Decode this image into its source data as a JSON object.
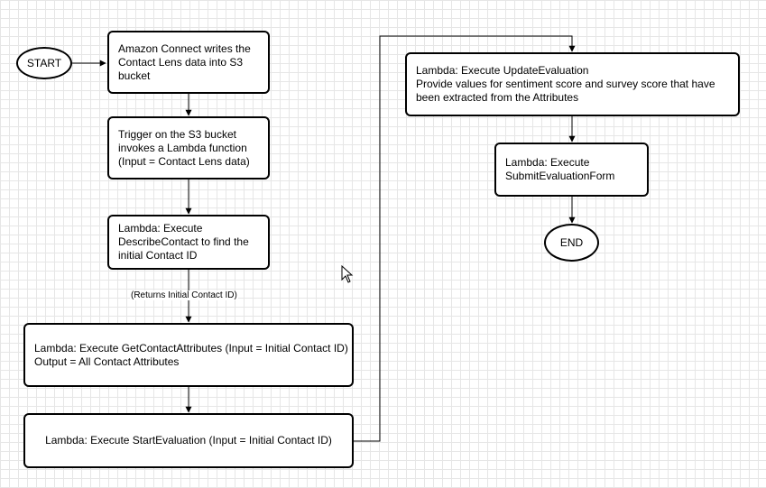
{
  "diagram": {
    "start_label": "START",
    "end_label": "END",
    "nodes": {
      "connect_writes": [
        "Amazon Connect writes the",
        "Contact Lens data into S3",
        "bucket"
      ],
      "s3_trigger": [
        "Trigger on the S3 bucket",
        "invokes a Lambda function",
        "(Input = Contact Lens data)"
      ],
      "describe_contact": [
        "Lambda: Execute",
        "DescribeContact to find the",
        "initial Contact ID"
      ],
      "get_attributes": [
        "Lambda: Execute GetContactAttributes (Input = Initial Contact ID)",
        "Output = All Contact Attributes"
      ],
      "start_evaluation": [
        "Lambda: Execute StartEvaluation (Input = Initial Contact ID)"
      ],
      "update_evaluation": [
        "Lambda: Execute UpdateEvaluation",
        "Provide values for sentiment score and survey score that have",
        "been extracted from the Attributes"
      ],
      "submit_form": [
        "Lambda: Execute",
        "SubmitEvaluationForm"
      ]
    },
    "edge_labels": {
      "returns_contact_id": "(Returns Initial Contact ID)"
    }
  }
}
